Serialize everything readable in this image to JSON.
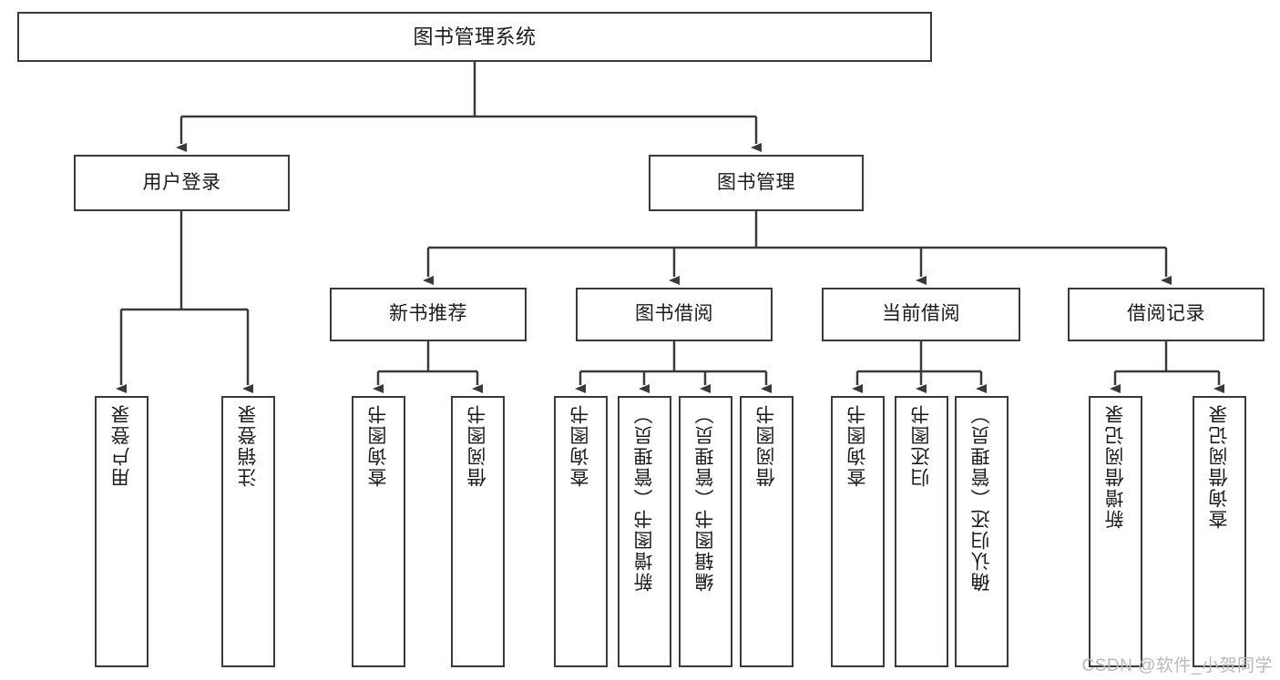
{
  "diagram": {
    "title": "图书管理系统",
    "watermark": "CSDN @软件_小贺同学",
    "line_color": "#3a3a3a",
    "background": "#ffffff",
    "text_color": "#1a1a1a",
    "root": {
      "label": "图书管理系统"
    },
    "level2": [
      {
        "label": "用户登录"
      },
      {
        "label": "图书管理"
      }
    ],
    "level3": [
      {
        "label": "新书推荐"
      },
      {
        "label": "图书借阅"
      },
      {
        "label": "当前借阅"
      },
      {
        "label": "借阅记录"
      }
    ],
    "leaves": {
      "user_login": [
        {
          "label": "用户登录"
        },
        {
          "label": "注销登录"
        }
      ],
      "new_book_recommend": [
        {
          "label": "查询图书"
        },
        {
          "label": "借阅图书"
        }
      ],
      "book_borrow": [
        {
          "label": "查询图书"
        },
        {
          "label": "新增图书（管理员）"
        },
        {
          "label": "编辑图书（管理员）"
        },
        {
          "label": "借阅图书"
        }
      ],
      "current_borrow": [
        {
          "label": "查询图书"
        },
        {
          "label": "归还图书"
        },
        {
          "label": "确认归还（管理员）"
        }
      ],
      "borrow_record": [
        {
          "label": "新增借阅记录"
        },
        {
          "label": "查询借阅记录"
        }
      ]
    }
  }
}
